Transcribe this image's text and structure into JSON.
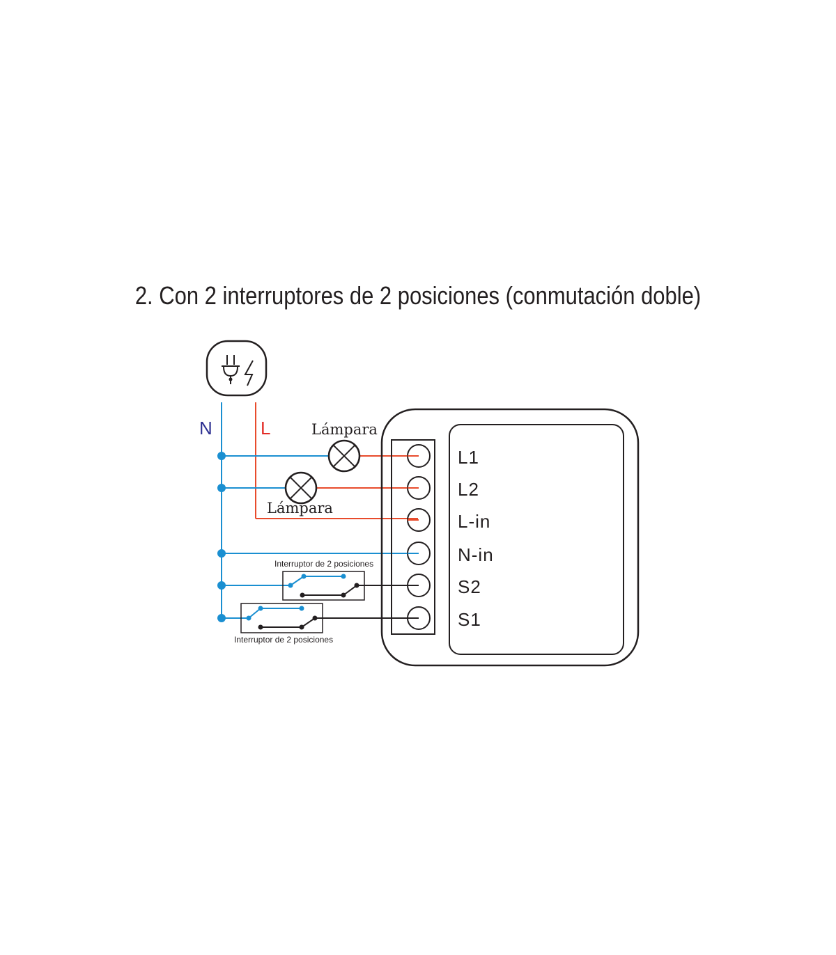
{
  "title": "2. Con 2 interruptores de 2 posiciones (conmutación doble)",
  "power_source": {
    "icon": "plug-lightning-icon"
  },
  "buses": {
    "neutral": "N",
    "line": "L"
  },
  "lamps": [
    {
      "label": "Lámpara",
      "icon": "lamp-icon"
    },
    {
      "label": "Lámpara",
      "icon": "lamp-icon"
    }
  ],
  "switches": [
    {
      "label": "Interruptor de 2 posiciones"
    },
    {
      "label": "Interruptor de 2 posiciones"
    }
  ],
  "terminals": [
    "L1",
    "L2",
    "L-in",
    "N-in",
    "S2",
    "S1"
  ],
  "colors": {
    "neutral": "#1a8fd1",
    "line": "#e84b2c",
    "n_label": "#2e3192",
    "l_label": "#e32b26",
    "ink": "#231f20"
  }
}
